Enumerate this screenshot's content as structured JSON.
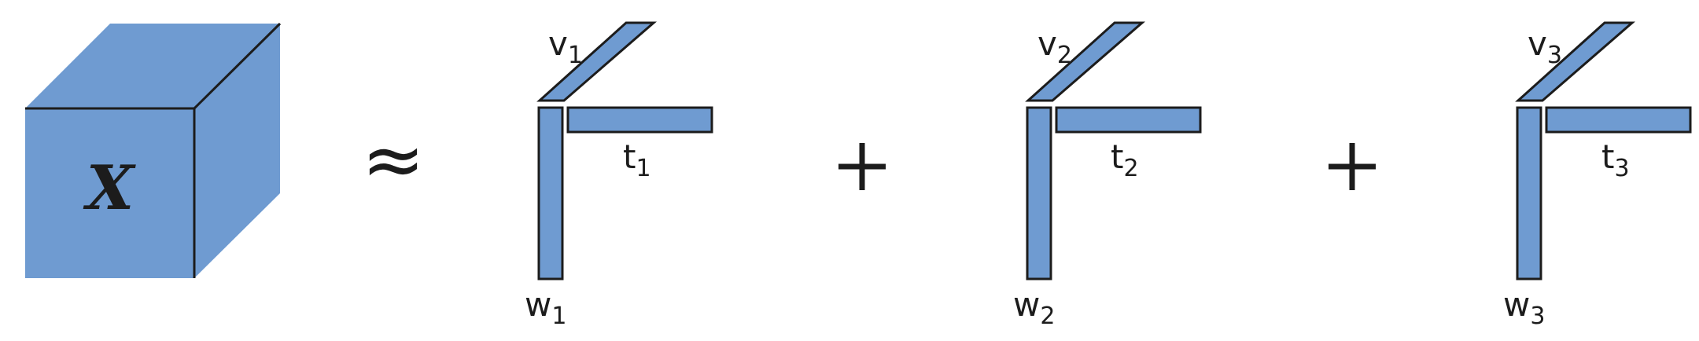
{
  "colors": {
    "fill": "#6f9bd1",
    "stroke": "#1c1c1c",
    "background": "#ffffff"
  },
  "tensor": {
    "label": "X"
  },
  "approx_symbol": "≈",
  "components": [
    {
      "v": {
        "base": "v",
        "sub": "1"
      },
      "t": {
        "base": "t",
        "sub": "1"
      },
      "w": {
        "base": "w",
        "sub": "1"
      }
    },
    {
      "v": {
        "base": "v",
        "sub": "2"
      },
      "t": {
        "base": "t",
        "sub": "2"
      },
      "w": {
        "base": "w",
        "sub": "2"
      }
    },
    {
      "v": {
        "base": "v",
        "sub": "3"
      },
      "t": {
        "base": "t",
        "sub": "3"
      },
      "w": {
        "base": "w",
        "sub": "3"
      }
    }
  ]
}
